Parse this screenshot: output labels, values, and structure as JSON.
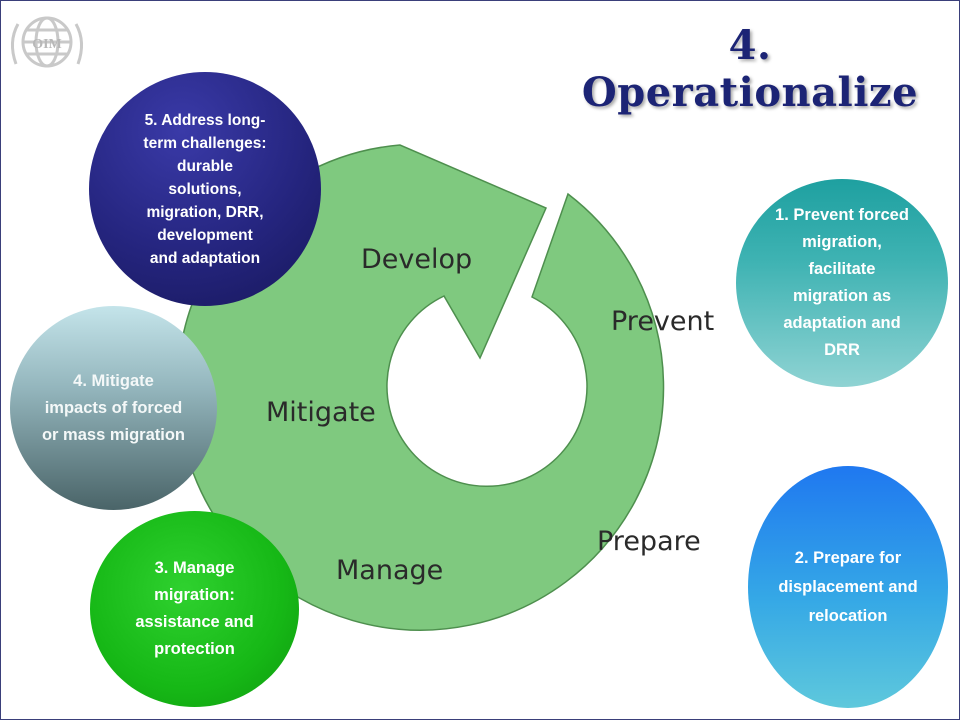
{
  "title": "4. Operationalize",
  "colors": {
    "title": "#1c2475",
    "cycle_fill": "#7fc97f",
    "cycle_stroke": "#4e8f4e",
    "circle_5": "#25257f",
    "circle_4": "#94b6bd",
    "circle_3": "#16b816",
    "circle_1": "#3fb3b3",
    "circle_2": "#35a8e6"
  },
  "logo": {
    "icon": "iom-globe-logo-icon"
  },
  "cycle": {
    "labels": {
      "develop": "Develop",
      "prevent": "Prevent",
      "mitigate": "Mitigate",
      "prepare": "Prepare",
      "manage": "Manage"
    }
  },
  "circles": {
    "c1": "1. Prevent forced\nmigration,\nfacilitate\nmigration as\nadaptation and\nDRR",
    "c2": "2. Prepare for\ndisplacement and\nrelocation",
    "c3": "3. Manage\nmigration:\nassistance and\nprotection",
    "c4": "4. Mitigate\nimpacts of forced\nor mass migration",
    "c5": "5. Address long-\nterm challenges:\ndurable\nsolutions,\nmigration,  DRR,\ndevelopment\nand adaptation"
  }
}
